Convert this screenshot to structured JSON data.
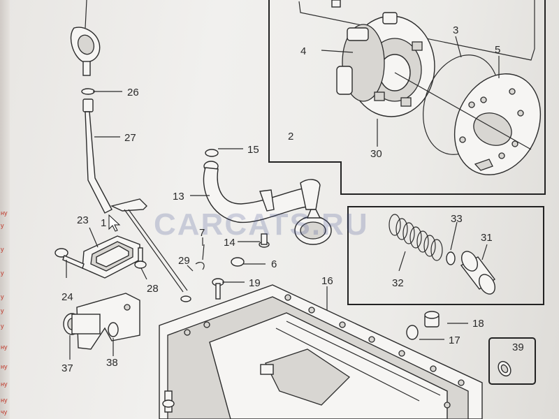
{
  "watermark": "CARCATS.RU",
  "edge_marks": [
    "у",
    "у",
    "у",
    "у",
    "у",
    "у",
    "ну",
    "ну",
    "ну",
    "ну",
    "ну",
    "чу"
  ],
  "callouts": {
    "p26": "26",
    "p27": "27",
    "p23": "23",
    "p1": "1",
    "p24": "24",
    "p28": "28",
    "p37": "37",
    "p38": "38",
    "p29": "29",
    "p7": "7",
    "p19": "19",
    "p16": "16",
    "p15": "15",
    "p13": "13",
    "p14": "14",
    "p6": "6",
    "p2": "2",
    "p4": "4",
    "p3": "3",
    "p5": "5",
    "p30": "30",
    "p33": "33",
    "p31": "31",
    "p32": "32",
    "p18": "18",
    "p17": "17",
    "p39": "39"
  }
}
